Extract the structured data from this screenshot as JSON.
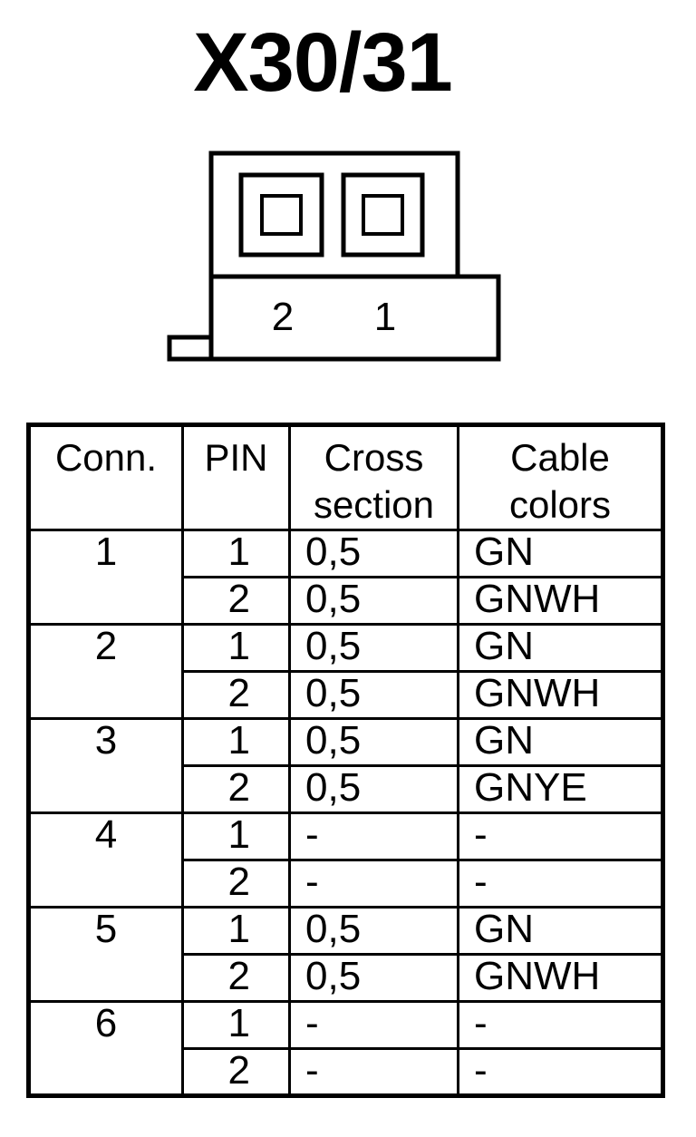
{
  "title": "X30/31",
  "connector": {
    "pin_labels": [
      "2",
      "1"
    ]
  },
  "table": {
    "headers": {
      "conn": "Conn.",
      "pin": "PIN",
      "cross_section": [
        "Cross",
        "section"
      ],
      "cable_colors": [
        "Cable",
        "colors"
      ]
    },
    "connectors": [
      {
        "conn": "1",
        "rows": [
          {
            "pin": "1",
            "cross_section": "0,5",
            "color": "GN"
          },
          {
            "pin": "2",
            "cross_section": "0,5",
            "color": "GNWH"
          }
        ]
      },
      {
        "conn": "2",
        "rows": [
          {
            "pin": "1",
            "cross_section": "0,5",
            "color": "GN"
          },
          {
            "pin": "2",
            "cross_section": "0,5",
            "color": "GNWH"
          }
        ]
      },
      {
        "conn": "3",
        "rows": [
          {
            "pin": "1",
            "cross_section": "0,5",
            "color": "GN"
          },
          {
            "pin": "2",
            "cross_section": "0,5",
            "color": "GNYE"
          }
        ]
      },
      {
        "conn": "4",
        "rows": [
          {
            "pin": "1",
            "cross_section": "-",
            "color": "-"
          },
          {
            "pin": "2",
            "cross_section": "-",
            "color": "-"
          }
        ]
      },
      {
        "conn": "5",
        "rows": [
          {
            "pin": "1",
            "cross_section": "0,5",
            "color": "GN"
          },
          {
            "pin": "2",
            "cross_section": "0,5",
            "color": "GNWH"
          }
        ]
      },
      {
        "conn": "6",
        "rows": [
          {
            "pin": "1",
            "cross_section": "-",
            "color": "-"
          },
          {
            "pin": "2",
            "cross_section": "-",
            "color": "-"
          }
        ]
      }
    ]
  }
}
